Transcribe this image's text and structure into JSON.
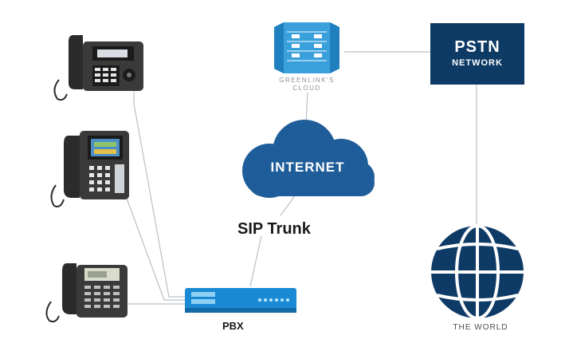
{
  "nodes": {
    "internet": {
      "label": "INTERNET"
    },
    "sip_trunk": {
      "label": "SIP Trunk"
    },
    "pbx": {
      "label": "PBX"
    },
    "pstn": {
      "line1": "PSTN",
      "line2": "NETWORK"
    },
    "greenlink": {
      "line1": "GREENLINK'S",
      "line2": "CLOUD"
    },
    "world": {
      "label": "THE WORLD"
    }
  },
  "icons": [
    "desk-phone-icon",
    "color-screen-phone-icon",
    "compact-phone-icon",
    "server-rack-icon",
    "cloud-icon",
    "pbx-device-icon",
    "globe-icon"
  ],
  "colors": {
    "navy": "#0e3b66",
    "cloud_blue": "#1e5d99",
    "accent_blue": "#1a8ad4",
    "server_blue": "#3aa0dc",
    "line_gray": "#b8c0c6",
    "phone_dark": "#2b2b2b"
  }
}
